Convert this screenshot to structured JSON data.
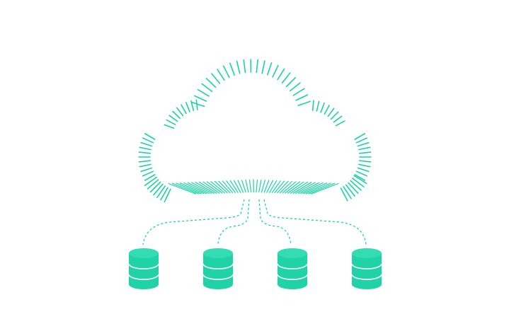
{
  "colors": {
    "accent": "#19d3a4",
    "db_fill": "#1fd3a6",
    "db_top": "#33dcb3",
    "db_band": "#ffffff",
    "background": "#ffffff"
  },
  "icons": {
    "cloud": "cloud-icon",
    "database": "database-icon"
  },
  "databases": [
    {
      "id": "db-1"
    },
    {
      "id": "db-2"
    },
    {
      "id": "db-3"
    },
    {
      "id": "db-4"
    }
  ]
}
